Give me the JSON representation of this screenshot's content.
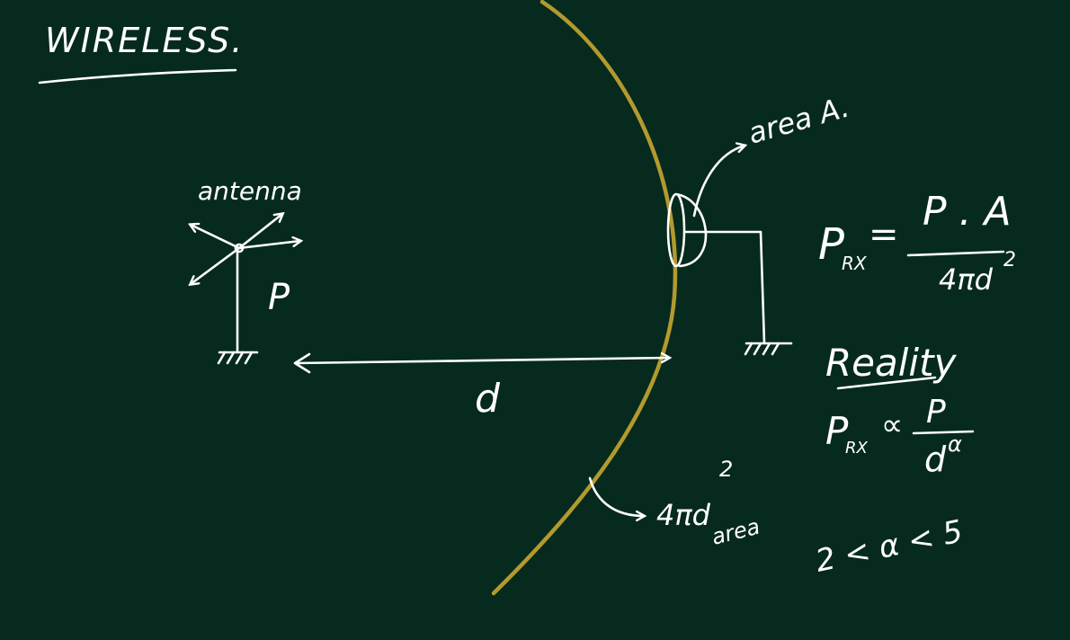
{
  "title": "WIRELESS.",
  "labels": {
    "antenna": "antenna",
    "power": "P",
    "distance": "d",
    "area_a": "area A.",
    "sphere_area_value": "4πd",
    "sphere_area_exp": "2",
    "sphere_area_word": "area"
  },
  "formula_ideal": {
    "lhs": "P",
    "lhs_sub": "RX",
    "equals": "=",
    "numerator": "P . A",
    "denominator": "4πd",
    "denominator_exp": "2"
  },
  "reality": {
    "heading": "Reality",
    "lhs": "P",
    "lhs_sub": "RX",
    "relation": "∝",
    "numerator": "P",
    "denominator": "d",
    "denominator_exp": "α",
    "range": "2 < α < 5"
  },
  "colors": {
    "background": "#062a1e",
    "chalk": "#ffffff",
    "wavefront": "#b39a2e"
  }
}
